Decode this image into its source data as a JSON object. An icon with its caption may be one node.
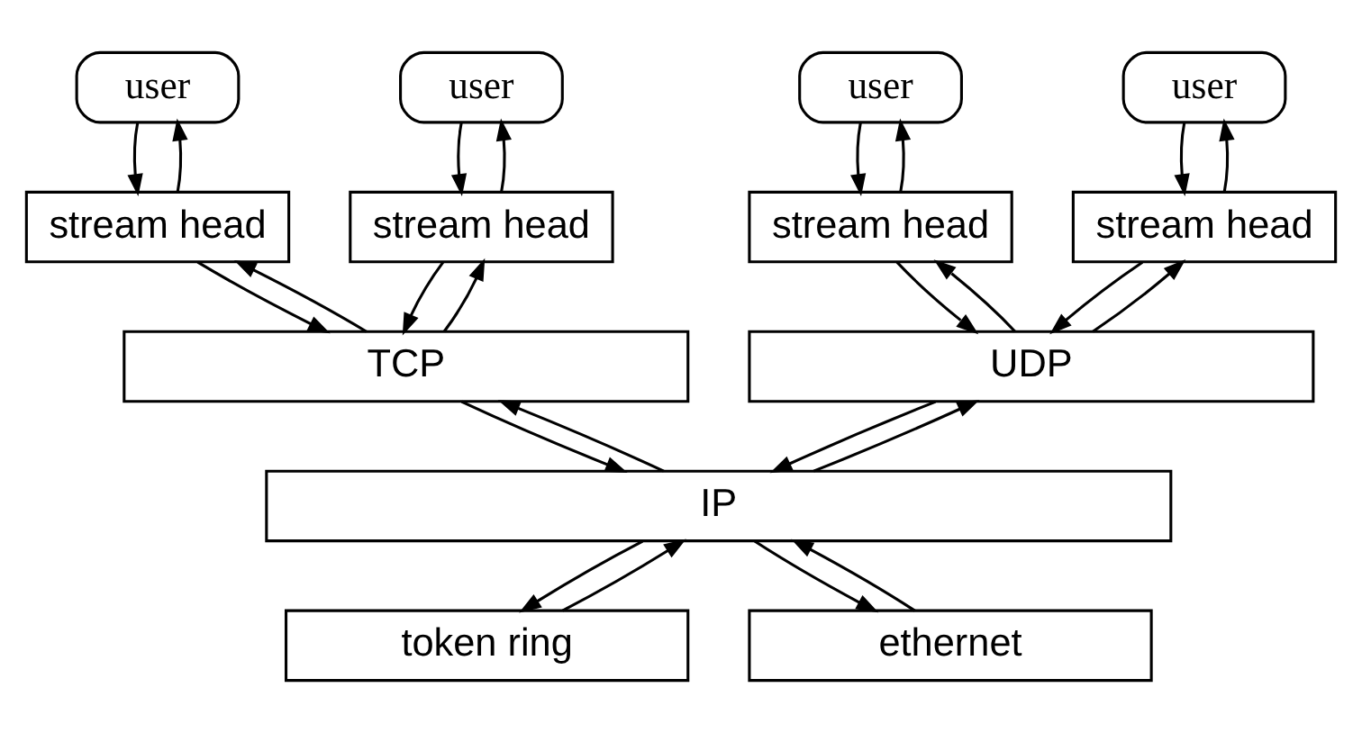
{
  "diagram": {
    "nodes": [
      {
        "text": [
          "user"
        ]
      },
      {
        "text": [
          "user"
        ]
      },
      {
        "text": [
          "user"
        ]
      },
      {
        "text": [
          "user"
        ]
      },
      {
        "text": [
          "stream head"
        ]
      },
      {
        "text": [
          "stream head"
        ]
      },
      {
        "text": [
          "stream head"
        ]
      },
      {
        "text": [
          "stream head"
        ]
      },
      {
        "text": [
          "TCP"
        ]
      },
      {
        "text": [
          "UDP"
        ]
      },
      {
        "text": [
          "IP"
        ]
      },
      {
        "text": [
          "token ring"
        ]
      },
      {
        "text": [
          "ethernet"
        ]
      }
    ],
    "edges": [
      {
        "from": 0,
        "to": 4,
        "arrow": "to"
      },
      {
        "from": 4,
        "to": 0,
        "arrow": "to"
      },
      {
        "from": 1,
        "to": 5,
        "arrow": "to"
      },
      {
        "from": 5,
        "to": 1,
        "arrow": "to"
      },
      {
        "from": 2,
        "to": 6,
        "arrow": "to"
      },
      {
        "from": 6,
        "to": 2,
        "arrow": "to"
      },
      {
        "from": 3,
        "to": 7,
        "arrow": "to"
      },
      {
        "from": 7,
        "to": 3,
        "arrow": "to"
      },
      {
        "from": 4,
        "to": 8,
        "arrow": "to"
      },
      {
        "from": 8,
        "to": 4,
        "arrow": "to"
      },
      {
        "from": 5,
        "to": 8,
        "arrow": "to"
      },
      {
        "from": 8,
        "to": 5,
        "arrow": "to"
      },
      {
        "from": 6,
        "to": 9,
        "arrow": "to"
      },
      {
        "from": 9,
        "to": 6,
        "arrow": "to"
      },
      {
        "from": 7,
        "to": 9,
        "arrow": "to"
      },
      {
        "from": 9,
        "to": 7,
        "arrow": "to"
      },
      {
        "from": 8,
        "to": 10,
        "arrow": "to"
      },
      {
        "from": 10,
        "to": 8,
        "arrow": "to"
      },
      {
        "from": 9,
        "to": 10,
        "arrow": "to"
      },
      {
        "from": 10,
        "to": 9,
        "arrow": "to"
      },
      {
        "from": 10,
        "to": 11,
        "arrow": "to"
      },
      {
        "from": 11,
        "to": 10,
        "arrow": "to"
      },
      {
        "from": 10,
        "to": 12,
        "arrow": "to"
      },
      {
        "from": 12,
        "to": 10,
        "arrow": "to"
      }
    ]
  }
}
